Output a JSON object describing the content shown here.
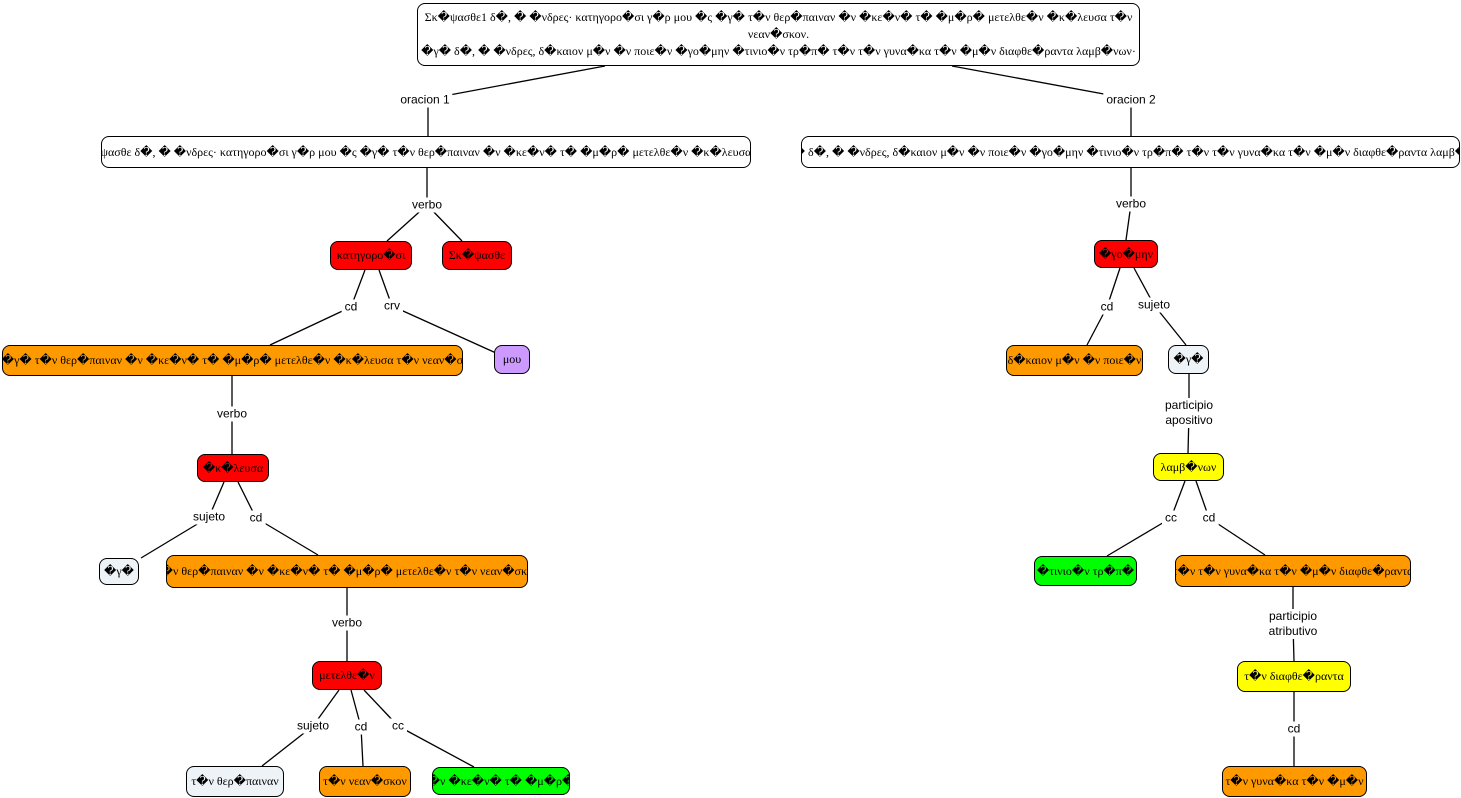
{
  "root": {
    "line1": "Σκ�ψασθε1 δ�, � �νδρες· κατηγορο�σι γ�ρ μου �ς �γ� τ�ν θερ�παιναν �ν �κε�ν� τ� �μ�ρ� μετελθε�ν �κ�λευσα τ�ν νεαν�σκον.",
    "line2": "�γ� δ�, � �νδρες, δ�καιον μ�ν �ν ποιε�ν �γο�μην �τινιο�ν τρ�π� τ�ν τ�ν γυνα�κα τ�ν �μ�ν διαφθε�ραντα λαμβ�νων·"
  },
  "nodes": {
    "s1": "Σκ�ψασθε δ�, � �νδρες· κατηγορο�σι γ�ρ μου �ς �γ� τ�ν θερ�παιναν �ν �κε�ν� τ� �μ�ρ� μετελθε�ν �κ�λευσα τ�ν",
    "s2": "�γ� δ�, � �νδρες, δ�καιον μ�ν �ν ποιε�ν �γο�μην �τινιο�ν τρ�π� τ�ν τ�ν γυνα�κα τ�ν �μ�ν διαφθε�ραντα λαμβ�νων",
    "katigorousi": "κατηγορο�σι",
    "skepsasthe": "Σκ�ψασθε",
    "hos_clause": "�ς �γ� τ�ν θερ�παιναν �ν �κε�ν� τ� �μ�ρ� μετελθε�ν �κ�λευσα τ�ν νεαν�σκον.",
    "mou": "μου",
    "ekeleusa": "�κ�λευσα",
    "ego1": "�γ�",
    "inf_clause": "τ�ν θερ�παιναν �ν �κε�ν� τ� �μ�ρ� μετελθε�ν τ�ν νεαν�σκον",
    "metelthein": "μετελθε�ν",
    "therapainan": "τ�ν θερ�παιναν",
    "neaniskon": "τ�ν νεαν�σκον",
    "en_ekeine": "�ν �κε�ν� τ� �μ�ρ�",
    "hegoumen": "�γο�μην",
    "dikaion": "δ�καιον μ�ν �ν ποιε�ν",
    "ego2": "�γ�",
    "lambanon": "λαμβ�νων",
    "tinioun": "�τινιο�ν τρ�π�",
    "ton_gynaika": "τ�ν τ�ν γυνα�κα τ�ν �μ�ν διαφθε�ραντα",
    "diaftheiranta": "τ�ν διαφθε�ραντα",
    "gynaika": "τ�ν γυνα�κα τ�ν �μ�ν"
  },
  "labels": {
    "oracion1": "oracion 1",
    "oracion2": "oracion 2",
    "verbo": "verbo",
    "cd": "cd",
    "crv": "crv",
    "sujeto": "sujeto",
    "cc": "cc",
    "participio_apositivo_1": "participio",
    "participio_apositivo_2": "apositivo",
    "participio_atributivo_1": "participio",
    "participio_atributivo_2": "atributivo"
  },
  "colors": {
    "verb": "#ff0000",
    "object_clause": "#ff9900",
    "regime": "#cc99ff",
    "subject": "#eef3f7",
    "circumstantial": "#00ff00",
    "participle": "#ffff00",
    "sentence": "#ffffff"
  }
}
